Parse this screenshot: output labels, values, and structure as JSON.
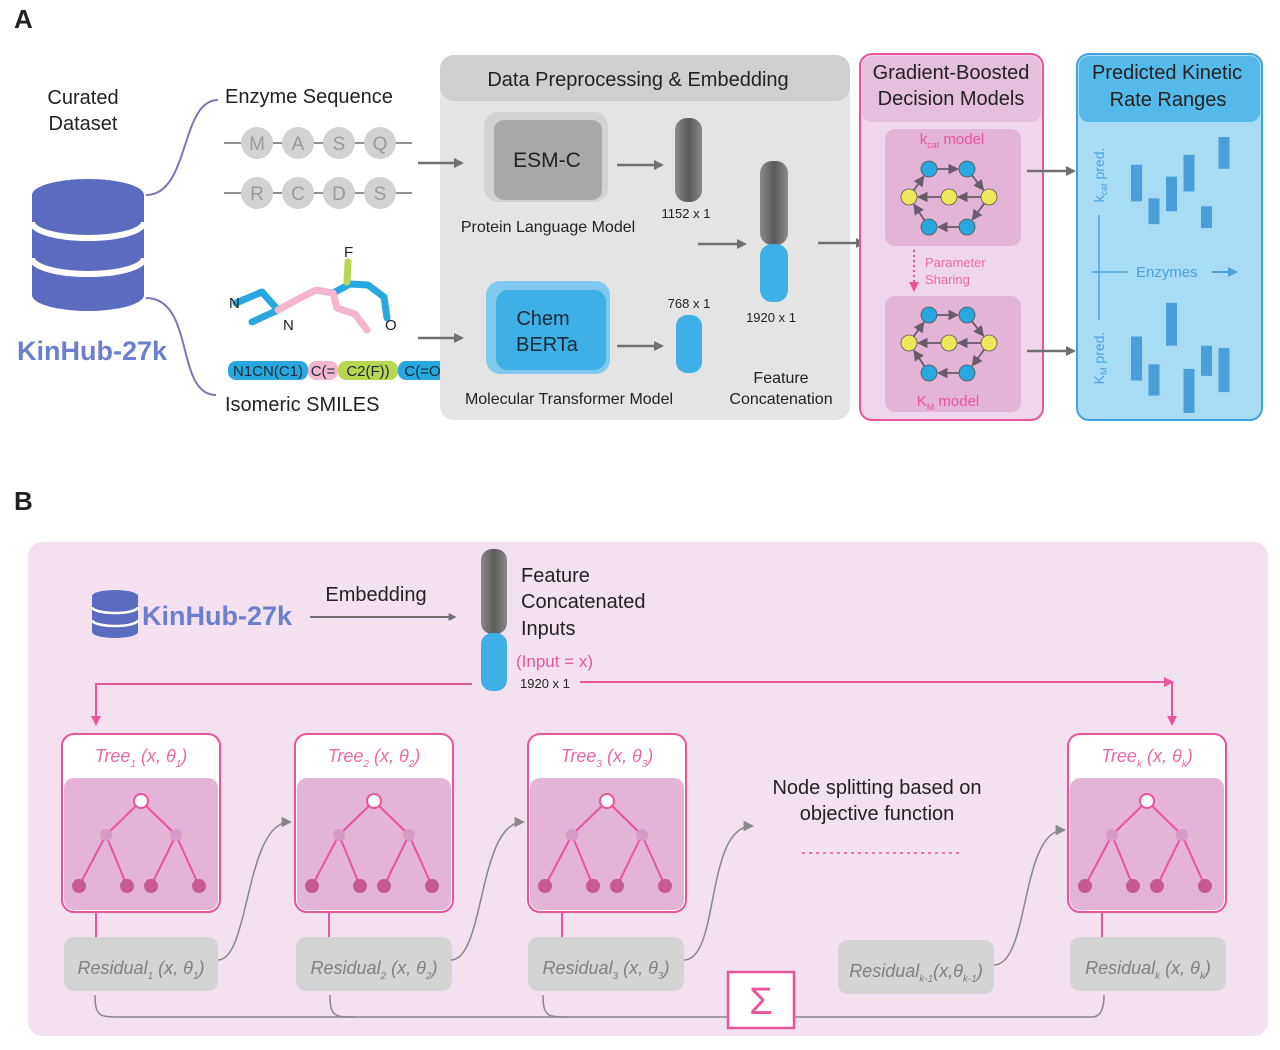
{
  "panel_a": {
    "label": "A",
    "dataset": {
      "caption_line1": "Curated",
      "caption_line2": "Dataset",
      "name": "KinHub-27k",
      "color": "#5b6cc0"
    },
    "inputs": {
      "enzyme_title": "Enzyme Sequence",
      "residues_row1": [
        "M",
        "A",
        "S",
        "Q"
      ],
      "residues_row2": [
        "R",
        "C",
        "D",
        "S"
      ],
      "smiles_title": "Isomeric SMILES",
      "atom_labels": [
        "N",
        "N",
        "F",
        "O"
      ],
      "smiles_segments": [
        {
          "text": "N1CN(C1)",
          "color": "#29a8e0"
        },
        {
          "text": "C(=",
          "color": "#f4b6cf"
        },
        {
          "text": "C2(F))",
          "color": "#b9d652"
        },
        {
          "text": "C(=O)",
          "color": "#29a8e0"
        }
      ]
    },
    "preprocessing": {
      "title": "Data Preprocessing & Embedding",
      "protein_model_name": "ESM-C",
      "protein_model_caption": "Protein Language Model",
      "protein_dim": "1152 x 1",
      "mol_model_line1": "Chem",
      "mol_model_line2": "BERTa",
      "mol_model_caption": "Molecular Transformer Model",
      "mol_dim": "768 x 1",
      "concat_dim": "1920 x 1",
      "concat_caption_line1": "Feature",
      "concat_caption_line2": "Concatenation"
    },
    "gbdt": {
      "title_line1": "Gradient-Boosted",
      "title_line2": "Decision Models",
      "kcat_label_main": "k",
      "kcat_label_sub": "cat",
      "kcat_label_rest": " model",
      "km_label_main": "K",
      "km_label_sub": "M",
      "km_label_rest": " model",
      "sharing_line1": "Parameter",
      "sharing_line2": "Sharing"
    },
    "predictions": {
      "title_line1": "Predicted Kinetic",
      "title_line2": "Rate Ranges",
      "kcat_axis_main": "k",
      "kcat_axis_sub": "cat",
      "kcat_axis_rest": " pred.",
      "km_axis_main": "K",
      "km_axis_sub": "M",
      "km_axis_rest": " pred.",
      "x_axis": "Enzymes",
      "kcat_ranges": [
        [
          0.35,
          0.72
        ],
        [
          0.12,
          0.38
        ],
        [
          0.25,
          0.6
        ],
        [
          0.45,
          0.82
        ],
        [
          0.08,
          0.3
        ],
        [
          0.68,
          1.0
        ]
      ],
      "km_ranges": [
        [
          0.28,
          0.66
        ],
        [
          0.15,
          0.42
        ],
        [
          0.58,
          0.95
        ],
        [
          0.0,
          0.38
        ],
        [
          0.32,
          0.58
        ],
        [
          0.18,
          0.56
        ]
      ]
    }
  },
  "panel_b": {
    "label": "B",
    "dataset_name": "KinHub-27k",
    "embedding_label": "Embedding",
    "features_line1": "Feature",
    "features_line2": "Concatenated",
    "features_line3": "Inputs",
    "input_label": "(Input = x)",
    "input_dim": "1920 x 1",
    "trees": [
      {
        "name": "Tree",
        "sub": "1",
        "args": " (x, θ",
        "argsub": "1",
        "close": ")"
      },
      {
        "name": "Tree",
        "sub": "2",
        "args": " (x, θ",
        "argsub": "2",
        "close": ")"
      },
      {
        "name": "Tree",
        "sub": "3",
        "args": " (x, θ",
        "argsub": "3",
        "close": ")"
      },
      {
        "name": "Tree",
        "sub": "k",
        "args": " (x, θ",
        "argsub": "k",
        "close": ")"
      }
    ],
    "residuals": [
      {
        "name": "Residual",
        "sub": "1",
        "args": " (x, θ",
        "argsub": "1",
        "close": ")"
      },
      {
        "name": "Residual",
        "sub": "2",
        "args": " (x, θ",
        "argsub": "2",
        "close": ")"
      },
      {
        "name": "Residual",
        "sub": "3",
        "args": " (x, θ",
        "argsub": "3",
        "close": ")"
      },
      {
        "name": "Residual",
        "sub": "k-1",
        "args": "(x,θ",
        "argsub": "k-1",
        "close": ")"
      },
      {
        "name": "Residual",
        "sub": "k",
        "args": " (x, θ",
        "argsub": "k",
        "close": ")"
      }
    ],
    "node_split_line1": "Node splitting based on",
    "node_split_line2": "objective function",
    "sum_symbol": "Σ"
  },
  "colors": {
    "pink": "#e8559a",
    "pink_light": "#f3e1f0",
    "pink_mid": "#e3b4d6",
    "blue": "#29a8e0",
    "blue_light": "#a8dcf4",
    "gray_panel": "#e2e2e2",
    "db_blue": "#5b6cc0"
  }
}
